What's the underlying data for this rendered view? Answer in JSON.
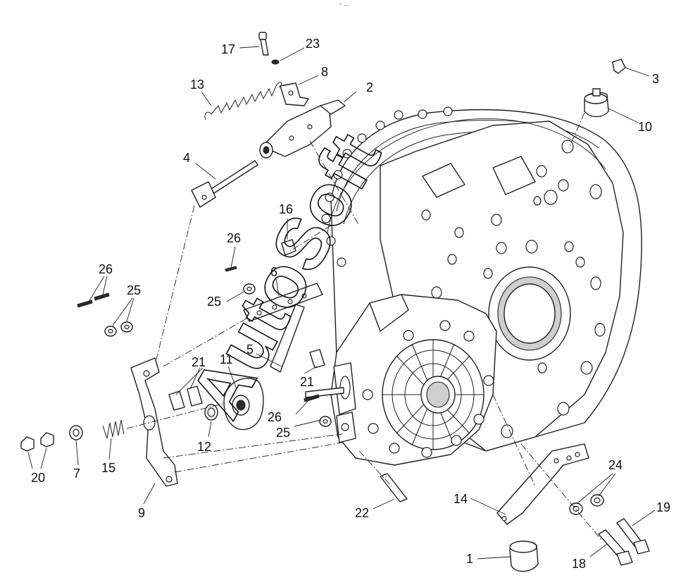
{
  "watermark": "AutoSoft",
  "corner_mark": "⁰ —",
  "callouts": [
    {
      "id": "c1",
      "text": "1"
    },
    {
      "id": "c2",
      "text": "2"
    },
    {
      "id": "c3",
      "text": "3"
    },
    {
      "id": "c4",
      "text": "4"
    },
    {
      "id": "c5",
      "text": "5"
    },
    {
      "id": "c6",
      "text": "6"
    },
    {
      "id": "c7",
      "text": "7"
    },
    {
      "id": "c8",
      "text": "8"
    },
    {
      "id": "c9",
      "text": "9"
    },
    {
      "id": "c10",
      "text": "10"
    },
    {
      "id": "c11",
      "text": "11"
    },
    {
      "id": "c12",
      "text": "12"
    },
    {
      "id": "c13",
      "text": "13"
    },
    {
      "id": "c14",
      "text": "14"
    },
    {
      "id": "c15",
      "text": "15"
    },
    {
      "id": "c16",
      "text": "16"
    },
    {
      "id": "c17",
      "text": "17"
    },
    {
      "id": "c18",
      "text": "18"
    },
    {
      "id": "c19",
      "text": "19"
    },
    {
      "id": "c20",
      "text": "20"
    },
    {
      "id": "c21a",
      "text": "21"
    },
    {
      "id": "c21b",
      "text": "21"
    },
    {
      "id": "c22",
      "text": "22"
    },
    {
      "id": "c23",
      "text": "23"
    },
    {
      "id": "c24",
      "text": "24"
    },
    {
      "id": "c25a",
      "text": "25"
    },
    {
      "id": "c25b",
      "text": "25"
    },
    {
      "id": "c25c",
      "text": "25"
    },
    {
      "id": "c26a",
      "text": "26"
    },
    {
      "id": "c26b",
      "text": "26"
    },
    {
      "id": "c26c",
      "text": "26"
    }
  ]
}
